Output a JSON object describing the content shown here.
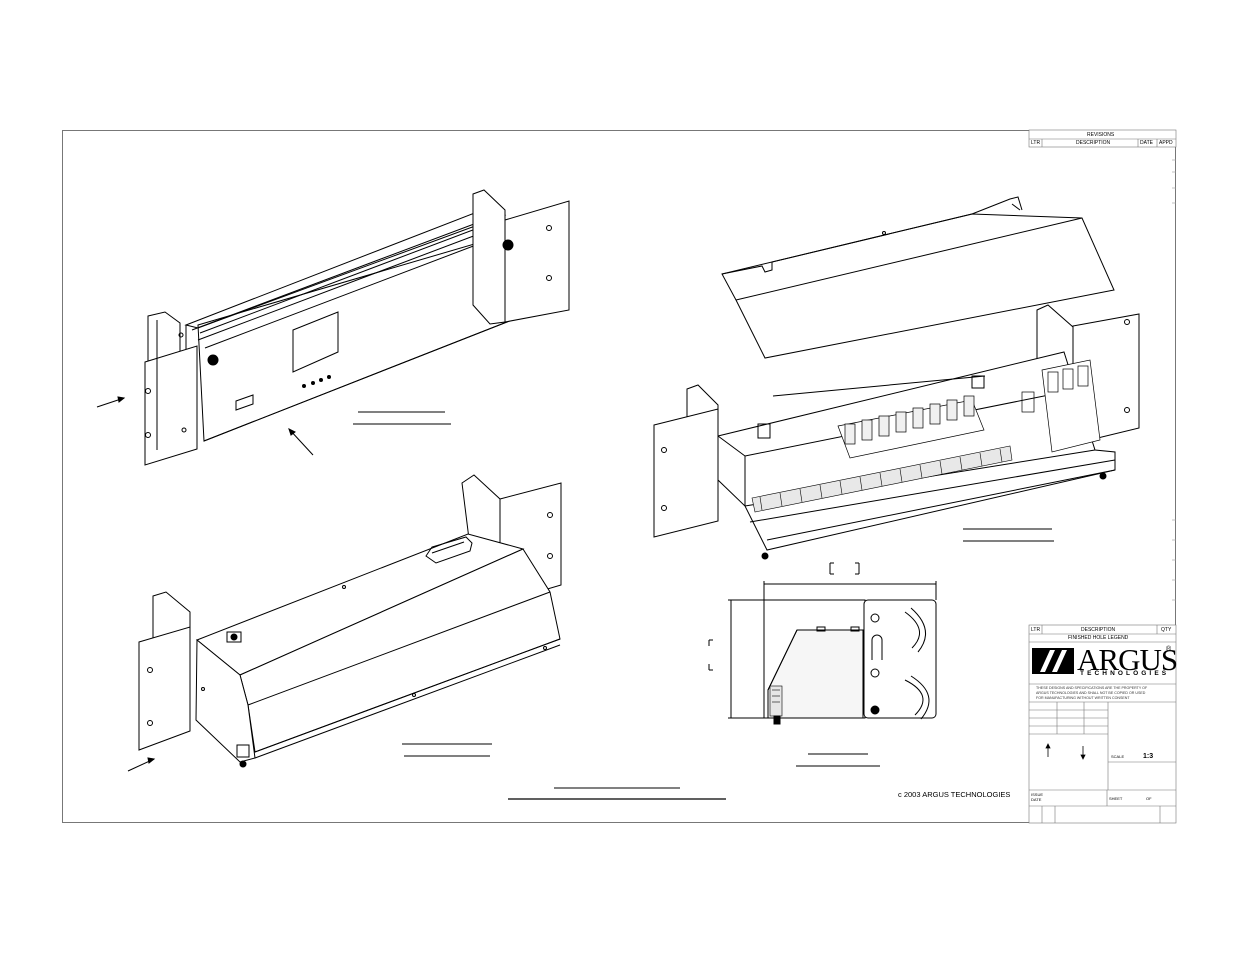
{
  "title_block": {
    "revisions_title": "REVISIONS",
    "rev_headers": [
      "LTR",
      "DESCRIPTION",
      "DATE",
      "APPD"
    ],
    "legend_headers": [
      "LTR",
      "DESCRIPTION",
      "QTY"
    ],
    "legend_title": "FINISHED HOLE LEGEND",
    "company_logo": "ARGUS",
    "company_sub": "TECHNOLOGIES",
    "proprietary_lines": [
      "THESE DESIGNS AND SPECIFICATIONS ARE THE PROPERTY OF",
      "ARGUS TECHNOLOGIES AND SHALL NOT BE COPIED OR USED",
      "FOR MANUFACTURING WITHOUT WRITTEN CONSENT"
    ],
    "scale_label": "SCALE",
    "scale_value": "1:3",
    "issue_label": "ISSUE",
    "date_label": "DATE",
    "sheet_label": "SHEET",
    "of_label": "OF"
  },
  "copyright": "c  2003 ARGUS TECHNOLOGIES",
  "colors": {
    "line": "#000000",
    "border": "#777777",
    "paper": "#ffffff",
    "fill": "#f2f2f2"
  },
  "icons": [
    "argus-logo-icon"
  ]
}
